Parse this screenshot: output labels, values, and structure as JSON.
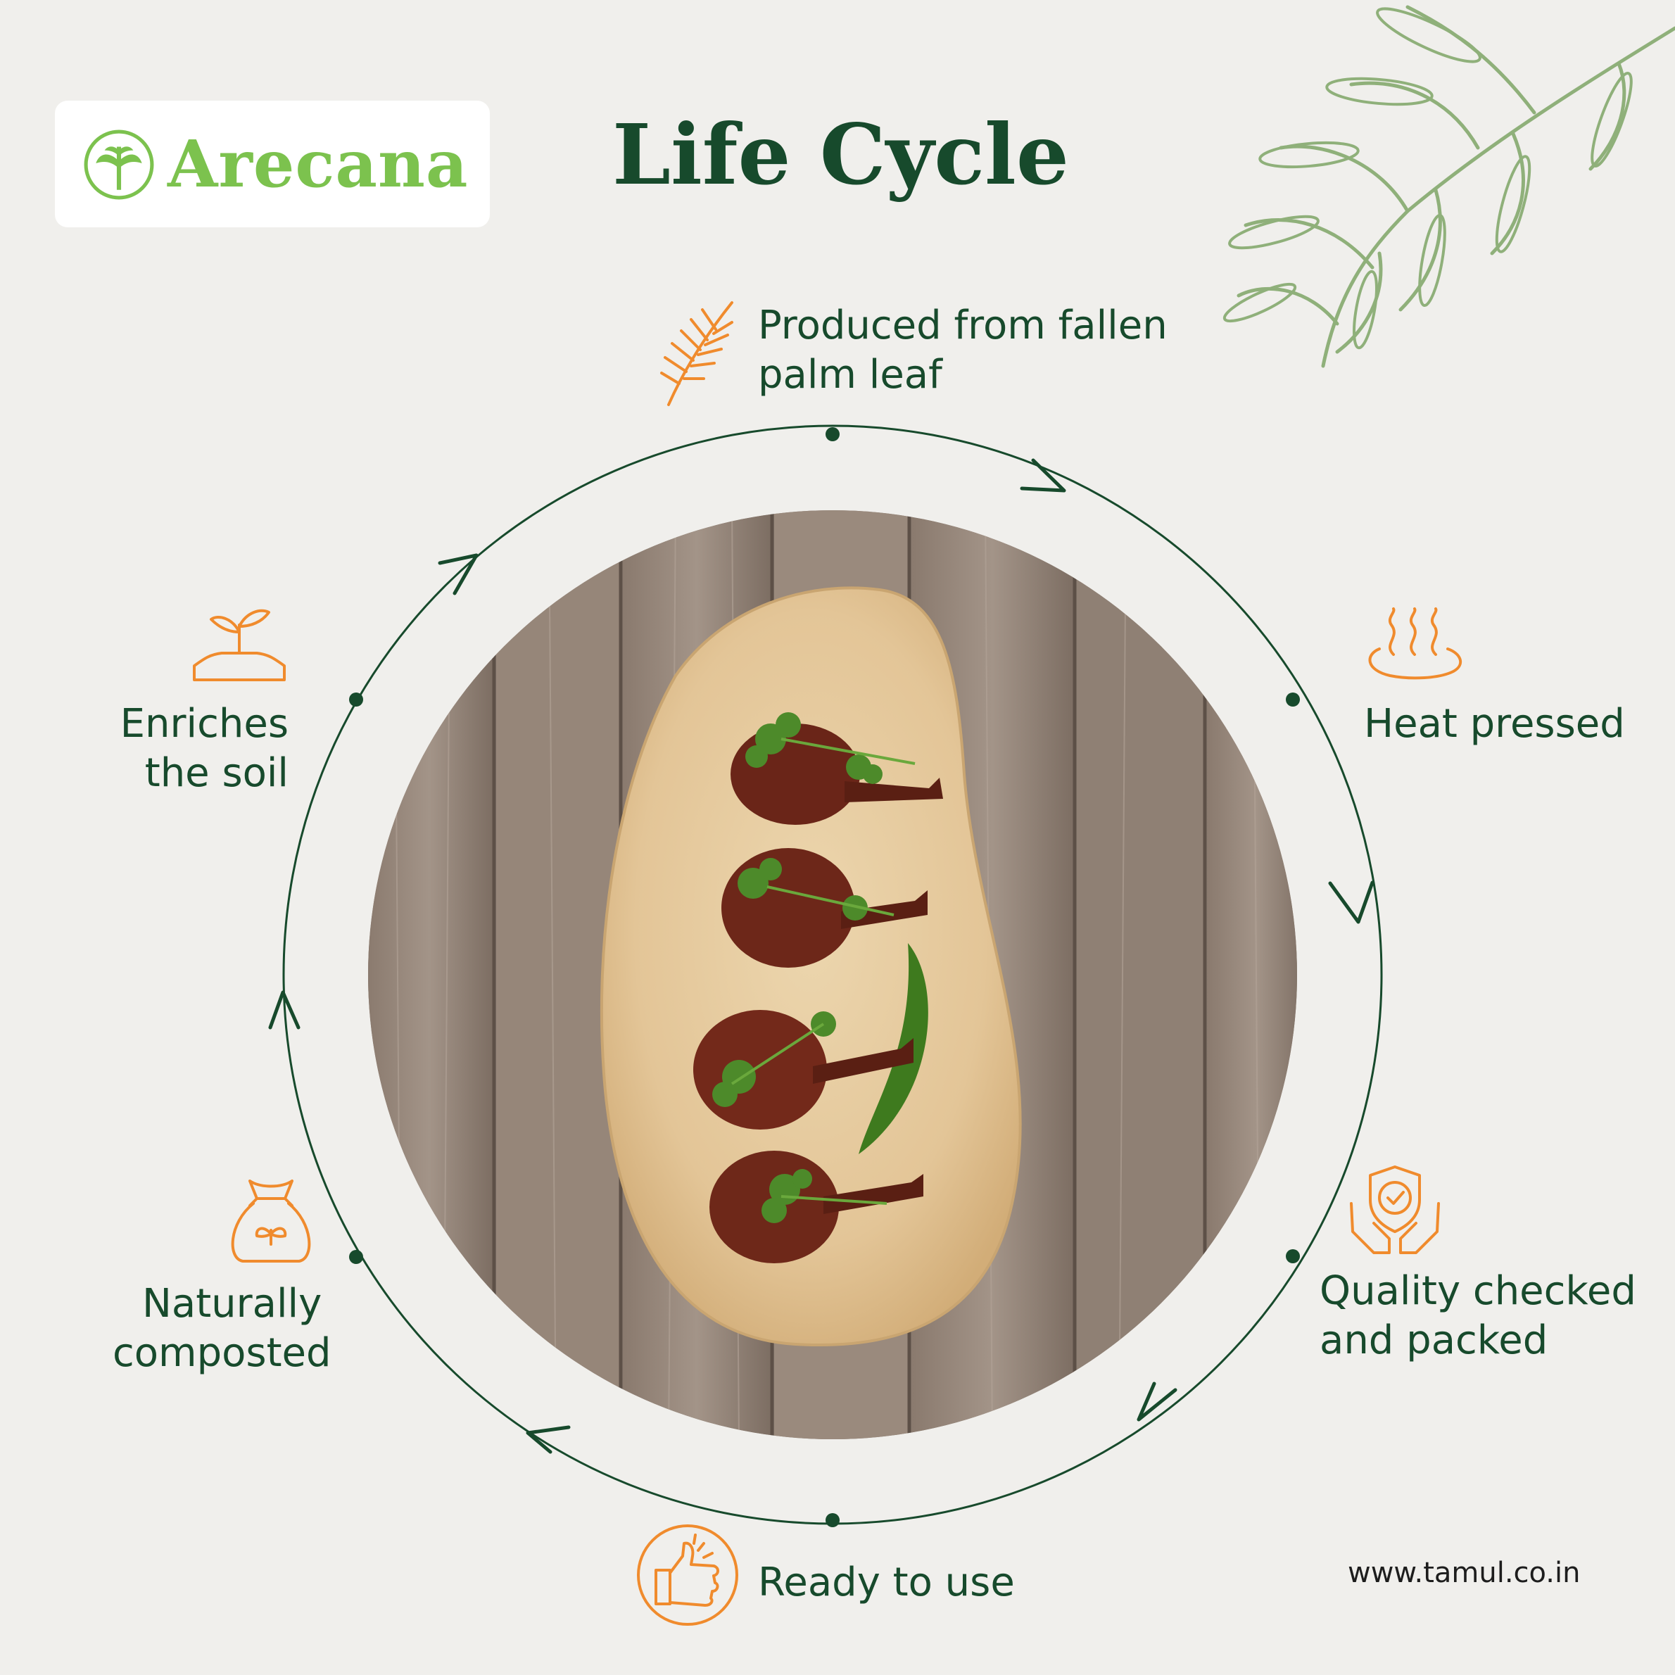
{
  "brand": {
    "name": "Arecana"
  },
  "title": "Life Cycle",
  "stages": [
    {
      "id": "produced",
      "lines": [
        "Produced from fallen",
        "palm leaf"
      ],
      "icon": "palm-leaf-icon"
    },
    {
      "id": "heat",
      "lines": [
        "Heat pressed"
      ],
      "icon": "steam-heat-icon"
    },
    {
      "id": "quality",
      "lines": [
        "Quality checked",
        "and packed"
      ],
      "icon": "quality-shield-hands-icon"
    },
    {
      "id": "ready",
      "lines": [
        "Ready to use"
      ],
      "icon": "thumbs-up-badge-icon"
    },
    {
      "id": "composted",
      "lines": [
        "Naturally",
        "composted"
      ],
      "icon": "compost-bag-icon"
    },
    {
      "id": "soil",
      "lines": [
        "Enriches",
        "the soil"
      ],
      "icon": "sprout-soil-icon"
    }
  ],
  "website": "www.tamul.co.in",
  "colors": {
    "dark_green": "#174a2c",
    "brand_green": "#7cc24e",
    "accent_orange": "#f08b2d",
    "background": "#f0efec",
    "leaf_green": "#8fb07a"
  }
}
